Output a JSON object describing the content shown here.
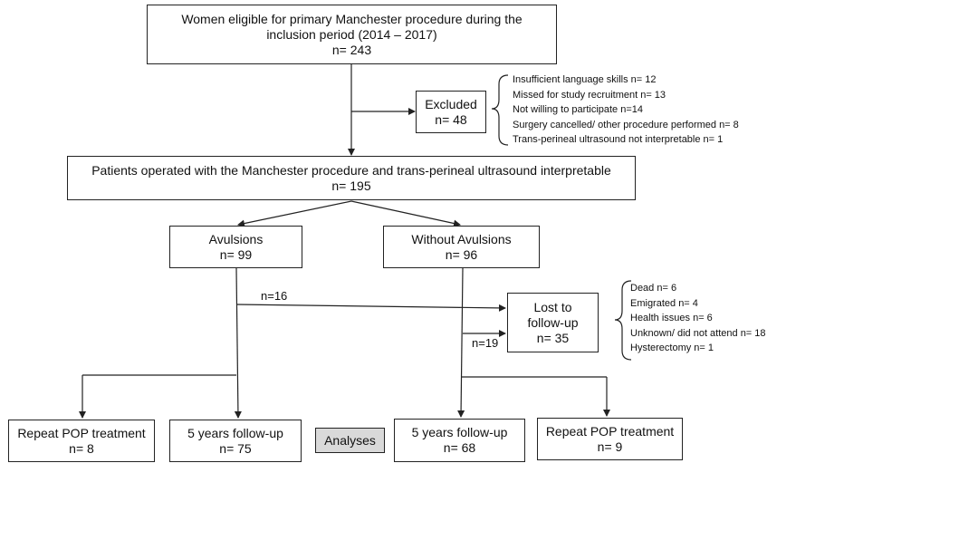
{
  "eligible": {
    "line1": "Women eligible  for primary Manchester procedure during the",
    "line2": "inclusion period (2014 – 2017)",
    "n": "n= 243"
  },
  "excluded": {
    "title": "Excluded",
    "n": "n= 48",
    "reasons": [
      "Insufficient language skills n= 12",
      "Missed for study recruitment  n= 13",
      "Not willing to participate n=14",
      "Surgery cancelled/ other procedure  performed  n= 8",
      "Trans-perineal ultrasound not interpretable n= 1"
    ]
  },
  "operated": {
    "line1": "Patients operated with the Manchester procedure and trans-perineal ultrasound interpretable",
    "n": "n= 195"
  },
  "avulsions": {
    "title": "Avulsions",
    "n": "n= 99"
  },
  "without_avulsions": {
    "title": "Without Avulsions",
    "n": "n= 96"
  },
  "lost": {
    "line1": "Lost to",
    "line2": "follow-up",
    "n": "n= 35",
    "reasons": [
      "Dead n= 6",
      "Emigrated n= 4",
      "Health issues n= 6",
      "Unknown/  did not attend n= 18",
      "Hysterectomy n= 1"
    ]
  },
  "flow_labels": {
    "avulsions_lost": "n=16",
    "without_lost": "n=19"
  },
  "repeat_left": {
    "title": "Repeat POP treatment",
    "n": "n= 8"
  },
  "followup_left": {
    "title": "5 years follow-up",
    "n": "n= 75"
  },
  "analyses": {
    "label": "Analyses"
  },
  "followup_right": {
    "title": "5 years follow-up",
    "n": "n= 68"
  },
  "repeat_right": {
    "title": "Repeat POP treatment",
    "n": "n= 9"
  },
  "colors": {
    "line": "#222222",
    "analyses_fill": "#d9d9d9",
    "background": "#ffffff"
  }
}
